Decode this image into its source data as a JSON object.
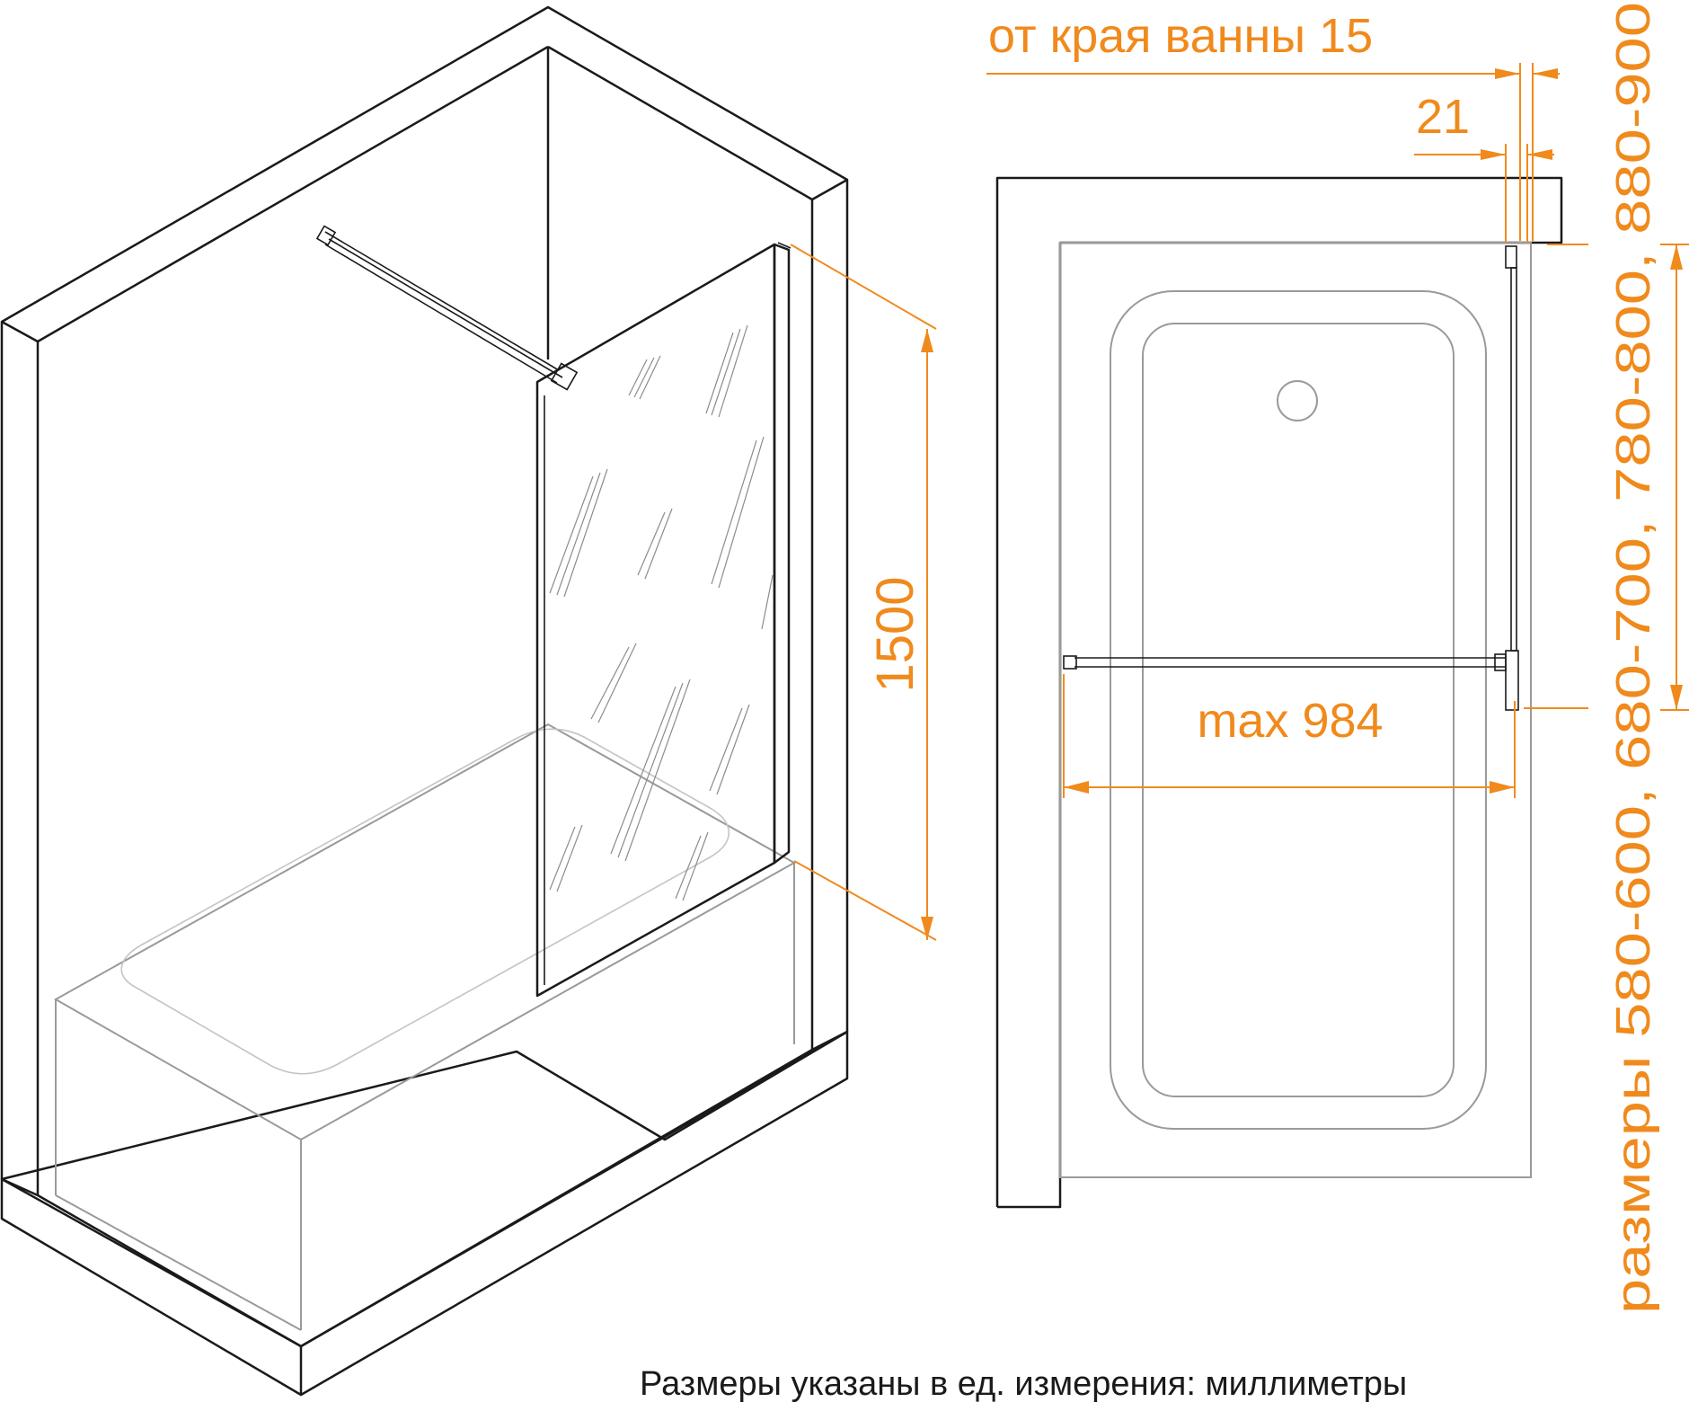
{
  "labels": {
    "height_dim": "1500",
    "edge_offset_dim": "от края ванны 15",
    "profile_dim": "21",
    "width_dim": "max 984",
    "sizes_dim": "размеры 580-600, 680-700, 780-800, 880-900",
    "units_note": "Размеры указаны в ед. измерения: миллиметры"
  },
  "colors": {
    "dimension": "#f08a1c",
    "outline": "#1a1a1a",
    "bathtub": "#9a9a9a"
  }
}
